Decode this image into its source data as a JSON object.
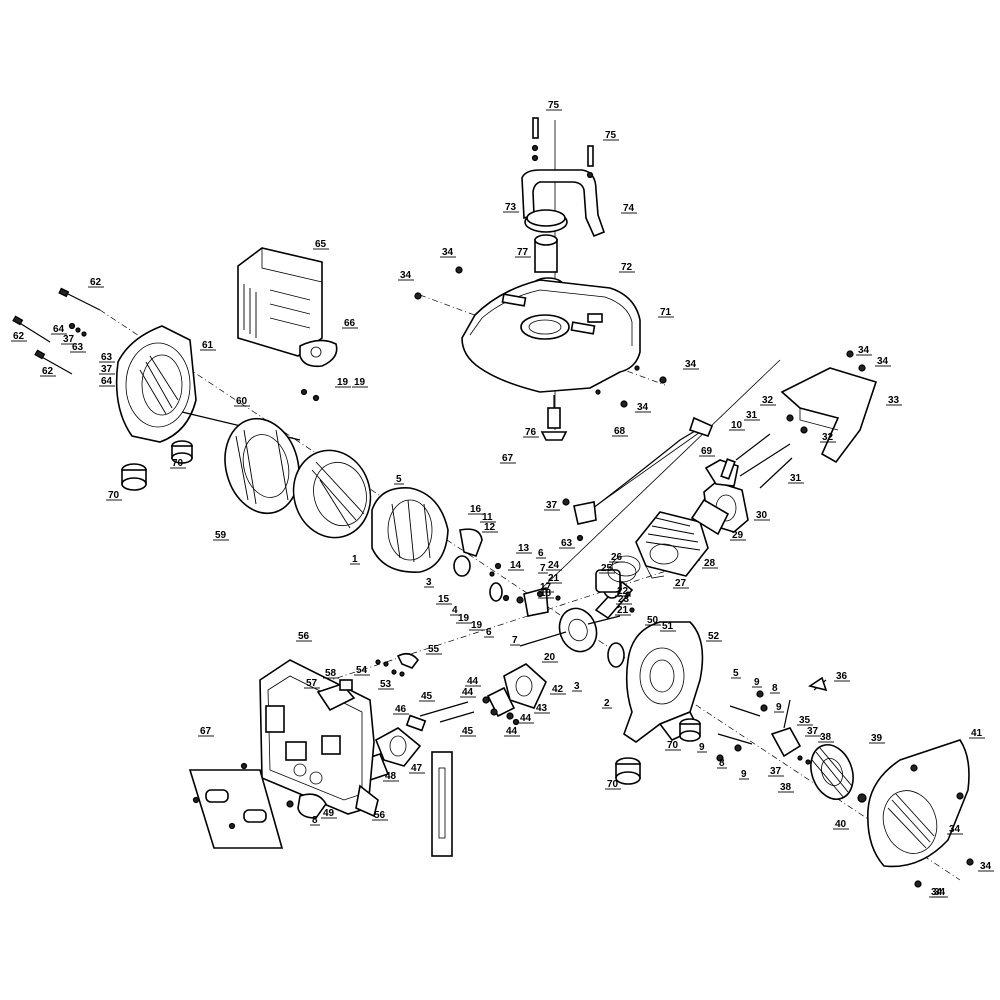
{
  "callouts": [
    {
      "id": "c75a",
      "label": "75"
    },
    {
      "id": "c75b",
      "label": "75"
    },
    {
      "id": "c73",
      "label": "73"
    },
    {
      "id": "c74",
      "label": "74"
    },
    {
      "id": "c77",
      "label": "77"
    },
    {
      "id": "c72",
      "label": "72"
    },
    {
      "id": "c34a",
      "label": "34"
    },
    {
      "id": "c34b",
      "label": "34"
    },
    {
      "id": "c71",
      "label": "71"
    },
    {
      "id": "c34c",
      "label": "34"
    },
    {
      "id": "c34d",
      "label": "34"
    },
    {
      "id": "c65",
      "label": "65"
    },
    {
      "id": "c66",
      "label": "66"
    },
    {
      "id": "c62a",
      "label": "62"
    },
    {
      "id": "c62b",
      "label": "62"
    },
    {
      "id": "c62c",
      "label": "62"
    },
    {
      "id": "c64a",
      "label": "64"
    },
    {
      "id": "c37a",
      "label": "37"
    },
    {
      "id": "c63a",
      "label": "63"
    },
    {
      "id": "c63b",
      "label": "63"
    },
    {
      "id": "c37b",
      "label": "37"
    },
    {
      "id": "c64b",
      "label": "64"
    },
    {
      "id": "c61",
      "label": "61"
    },
    {
      "id": "c19a",
      "label": "19"
    },
    {
      "id": "c19b",
      "label": "19"
    },
    {
      "id": "c60",
      "label": "60"
    },
    {
      "id": "c70a",
      "label": "70"
    },
    {
      "id": "c70b",
      "label": "70"
    },
    {
      "id": "c76",
      "label": "76"
    },
    {
      "id": "c68",
      "label": "68"
    },
    {
      "id": "c34e",
      "label": "34"
    },
    {
      "id": "c34f",
      "label": "34"
    },
    {
      "id": "c33",
      "label": "33"
    },
    {
      "id": "c32a",
      "label": "32"
    },
    {
      "id": "c31a",
      "label": "31"
    },
    {
      "id": "c10",
      "label": "10"
    },
    {
      "id": "c32b",
      "label": "32"
    },
    {
      "id": "c69",
      "label": "69"
    },
    {
      "id": "c31b",
      "label": "31"
    },
    {
      "id": "c67a",
      "label": "67"
    },
    {
      "id": "c37c",
      "label": "37"
    },
    {
      "id": "c5a",
      "label": "5"
    },
    {
      "id": "c59",
      "label": "59"
    },
    {
      "id": "c16",
      "label": "16"
    },
    {
      "id": "c11",
      "label": "11"
    },
    {
      "id": "c12",
      "label": "12"
    },
    {
      "id": "c63c",
      "label": "63"
    },
    {
      "id": "c30",
      "label": "30"
    },
    {
      "id": "c29",
      "label": "29"
    },
    {
      "id": "c1",
      "label": "1"
    },
    {
      "id": "c13",
      "label": "13"
    },
    {
      "id": "c6a",
      "label": "6"
    },
    {
      "id": "c26",
      "label": "26"
    },
    {
      "id": "c28",
      "label": "28"
    },
    {
      "id": "c14",
      "label": "14"
    },
    {
      "id": "c7a",
      "label": "7"
    },
    {
      "id": "c24",
      "label": "24"
    },
    {
      "id": "c25",
      "label": "25"
    },
    {
      "id": "c27",
      "label": "27"
    },
    {
      "id": "c3a",
      "label": "3"
    },
    {
      "id": "c21a",
      "label": "21"
    },
    {
      "id": "c17",
      "label": "17"
    },
    {
      "id": "c22",
      "label": "22"
    },
    {
      "id": "c15",
      "label": "15"
    },
    {
      "id": "c18",
      "label": "18"
    },
    {
      "id": "c23",
      "label": "23"
    },
    {
      "id": "c4",
      "label": "4"
    },
    {
      "id": "c21b",
      "label": "21"
    },
    {
      "id": "c19c",
      "label": "19"
    },
    {
      "id": "c19d",
      "label": "19"
    },
    {
      "id": "c50",
      "label": "50"
    },
    {
      "id": "c6b",
      "label": "6"
    },
    {
      "id": "c51",
      "label": "51"
    },
    {
      "id": "c7b",
      "label": "7"
    },
    {
      "id": "c52",
      "label": "52"
    },
    {
      "id": "c20",
      "label": "20"
    },
    {
      "id": "c56a",
      "label": "56"
    },
    {
      "id": "c55",
      "label": "55"
    },
    {
      "id": "c54",
      "label": "54"
    },
    {
      "id": "c53",
      "label": "53"
    },
    {
      "id": "c58",
      "label": "58"
    },
    {
      "id": "c57",
      "label": "57"
    },
    {
      "id": "c44a",
      "label": "44"
    },
    {
      "id": "c42",
      "label": "42"
    },
    {
      "id": "c44b",
      "label": "44"
    },
    {
      "id": "c3b",
      "label": "3"
    },
    {
      "id": "c5b",
      "label": "5"
    },
    {
      "id": "c9a",
      "label": "9"
    },
    {
      "id": "c8a",
      "label": "8"
    },
    {
      "id": "c36",
      "label": "36"
    },
    {
      "id": "c45a",
      "label": "45"
    },
    {
      "id": "c43",
      "label": "43"
    },
    {
      "id": "c2",
      "label": "2"
    },
    {
      "id": "c9b",
      "label": "9"
    },
    {
      "id": "c46",
      "label": "46"
    },
    {
      "id": "c44c",
      "label": "44"
    },
    {
      "id": "c44d",
      "label": "44"
    },
    {
      "id": "c45b",
      "label": "45"
    },
    {
      "id": "c35",
      "label": "35"
    },
    {
      "id": "c67b",
      "label": "67"
    },
    {
      "id": "c37d",
      "label": "37"
    },
    {
      "id": "c38a",
      "label": "38"
    },
    {
      "id": "c39",
      "label": "39"
    },
    {
      "id": "c41",
      "label": "41"
    },
    {
      "id": "c70c",
      "label": "70"
    },
    {
      "id": "c9c",
      "label": "9"
    },
    {
      "id": "c47",
      "label": "47"
    },
    {
      "id": "c48",
      "label": "48"
    },
    {
      "id": "c8b",
      "label": "8"
    },
    {
      "id": "c9d",
      "label": "9"
    },
    {
      "id": "c37e",
      "label": "37"
    },
    {
      "id": "c70d",
      "label": "70"
    },
    {
      "id": "c38b",
      "label": "38"
    },
    {
      "id": "c49",
      "label": "49"
    },
    {
      "id": "c8c",
      "label": "8"
    },
    {
      "id": "c56b",
      "label": "56"
    },
    {
      "id": "c40",
      "label": "40"
    },
    {
      "id": "c34g",
      "label": "34"
    },
    {
      "id": "c34h",
      "label": "34"
    },
    {
      "id": "c34i",
      "label": "34"
    },
    {
      "id": "c34j",
      "label": "34"
    }
  ]
}
